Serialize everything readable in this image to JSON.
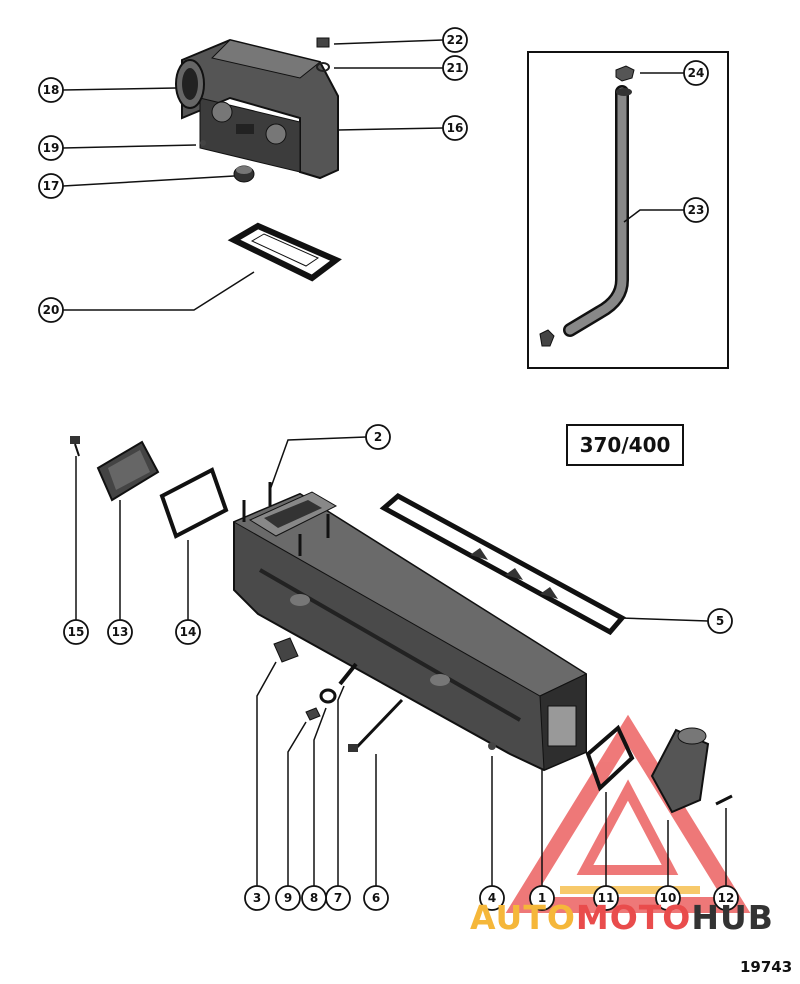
{
  "model_label": "370/400",
  "drawing_number": "19743",
  "watermark": {
    "part1": "AUTO",
    "part2": "MOTO",
    "part3": "HUB",
    "accent": "#e94c4c",
    "accent2": "#f5b73a"
  },
  "callouts": [
    {
      "id": "c1",
      "label": "1"
    },
    {
      "id": "c2",
      "label": "2"
    },
    {
      "id": "c3",
      "label": "3"
    },
    {
      "id": "c4",
      "label": "4"
    },
    {
      "id": "c5",
      "label": "5"
    },
    {
      "id": "c6",
      "label": "6"
    },
    {
      "id": "c7",
      "label": "7"
    },
    {
      "id": "c8",
      "label": "8"
    },
    {
      "id": "c9",
      "label": "9"
    },
    {
      "id": "c10",
      "label": "10"
    },
    {
      "id": "c11",
      "label": "11"
    },
    {
      "id": "c12",
      "label": "12"
    },
    {
      "id": "c13",
      "label": "13"
    },
    {
      "id": "c14",
      "label": "14"
    },
    {
      "id": "c15",
      "label": "15"
    },
    {
      "id": "c16",
      "label": "16"
    },
    {
      "id": "c17",
      "label": "17"
    },
    {
      "id": "c18",
      "label": "18"
    },
    {
      "id": "c19",
      "label": "19"
    },
    {
      "id": "c20",
      "label": "20"
    },
    {
      "id": "c21",
      "label": "21"
    },
    {
      "id": "c22",
      "label": "22"
    },
    {
      "id": "c23",
      "label": "23"
    },
    {
      "id": "c24",
      "label": "24"
    }
  ]
}
